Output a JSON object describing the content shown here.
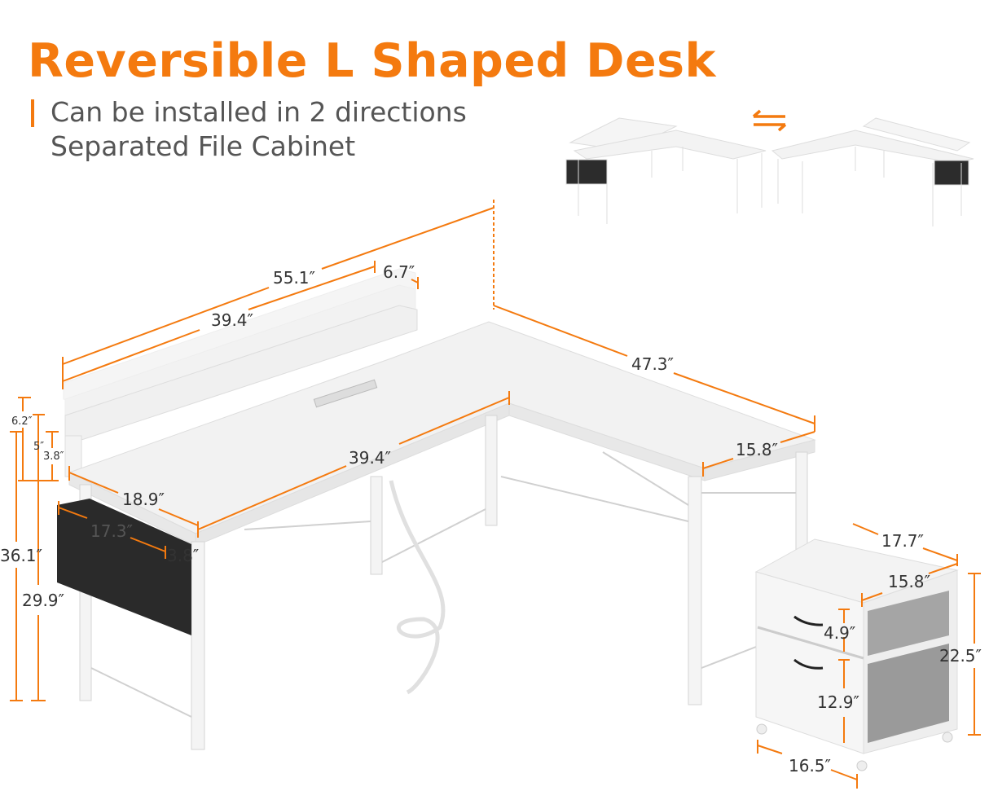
{
  "header": {
    "title": "Reversible L Shaped Desk",
    "features": [
      "Can be installed in 2 directions",
      "Separated File Cabinet"
    ]
  },
  "colors": {
    "accent": "#f47a0f",
    "text": "#555555",
    "dimension_text": "#333333",
    "desk_white": "#f1f1f1",
    "storage_bag": "#2a2a2a",
    "cabinet_fabric": "#9a9a9a"
  },
  "reversible_preview": {
    "icon": "swap-arrows-icon",
    "configurations": [
      "left-return",
      "right-return"
    ]
  },
  "dimensions": {
    "desk": {
      "total_length": "55.1″",
      "monitor_shelf_length": "39.4″",
      "monitor_shelf_depth": "6.7″",
      "side_length": "47.3″",
      "side_depth": "15.8″",
      "main_top_length": "39.4″",
      "main_top_depth": "18.9″",
      "total_height": "36.1″",
      "desk_height": "29.9″",
      "shelf_heights": [
        "6.2″",
        "5″",
        "3.8″"
      ]
    },
    "storage_bag": {
      "length": "17.3″",
      "depth": "3.8″"
    },
    "file_cabinet": {
      "top_width": "17.7″",
      "top_depth": "15.8″",
      "height": "22.5″",
      "top_drawer_height": "4.9″",
      "bottom_drawer_height": "12.9″",
      "base_width": "16.5″"
    }
  }
}
